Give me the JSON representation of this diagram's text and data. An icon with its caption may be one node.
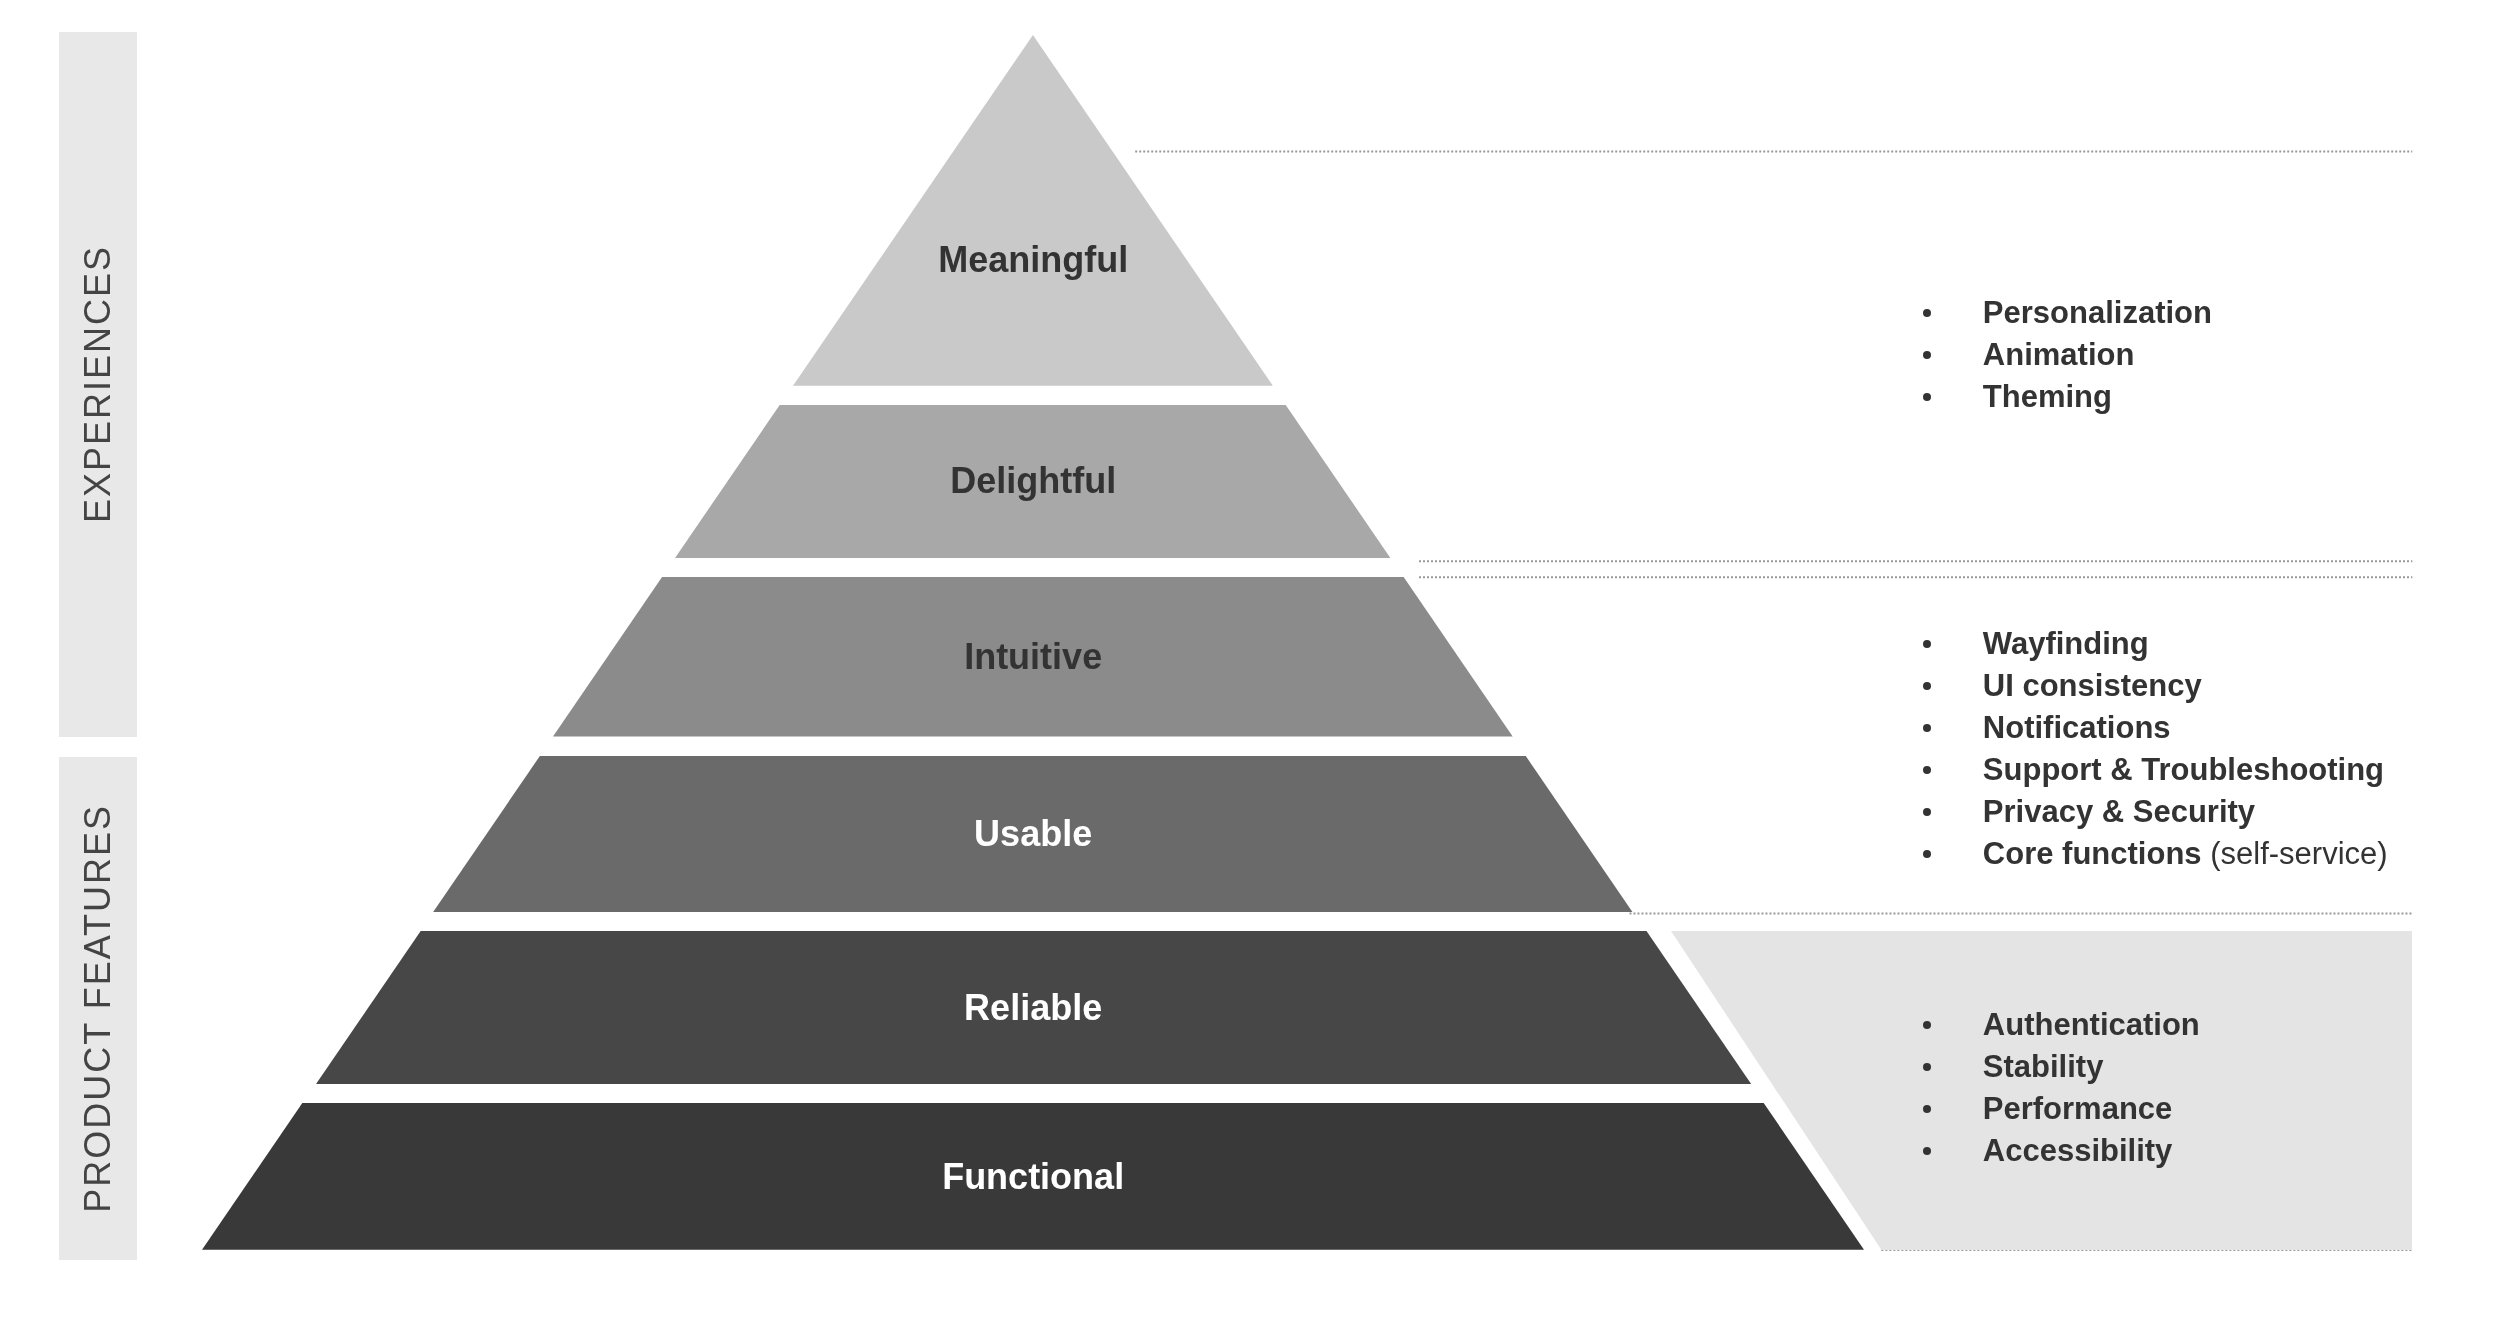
{
  "diagram": {
    "nodes": [
      {
        "text": [
          "EXPERIENCES"
        ]
      },
      {
        "text": [
          "PRODUCT FEATURES"
        ]
      },
      {
        "text": [
          "Meaningful"
        ]
      },
      {
        "text": [
          "Delightful"
        ]
      },
      {
        "text": [
          "Intuitive"
        ]
      },
      {
        "text": [
          "Usable"
        ]
      },
      {
        "text": [
          "Reliable"
        ]
      },
      {
        "text": [
          "Functional"
        ]
      },
      {
        "text": [
          "Authentication",
          "Stability",
          "Performance",
          "Accessibility"
        ]
      }
    ],
    "labels": [
      "Personalization",
      "Animation",
      "Theming",
      "Wayfinding",
      "UI consistency",
      "Notifications",
      "Support & Troubleshooting",
      "Privacy & Security",
      "**Core functions** (self-service)"
    ]
  }
}
